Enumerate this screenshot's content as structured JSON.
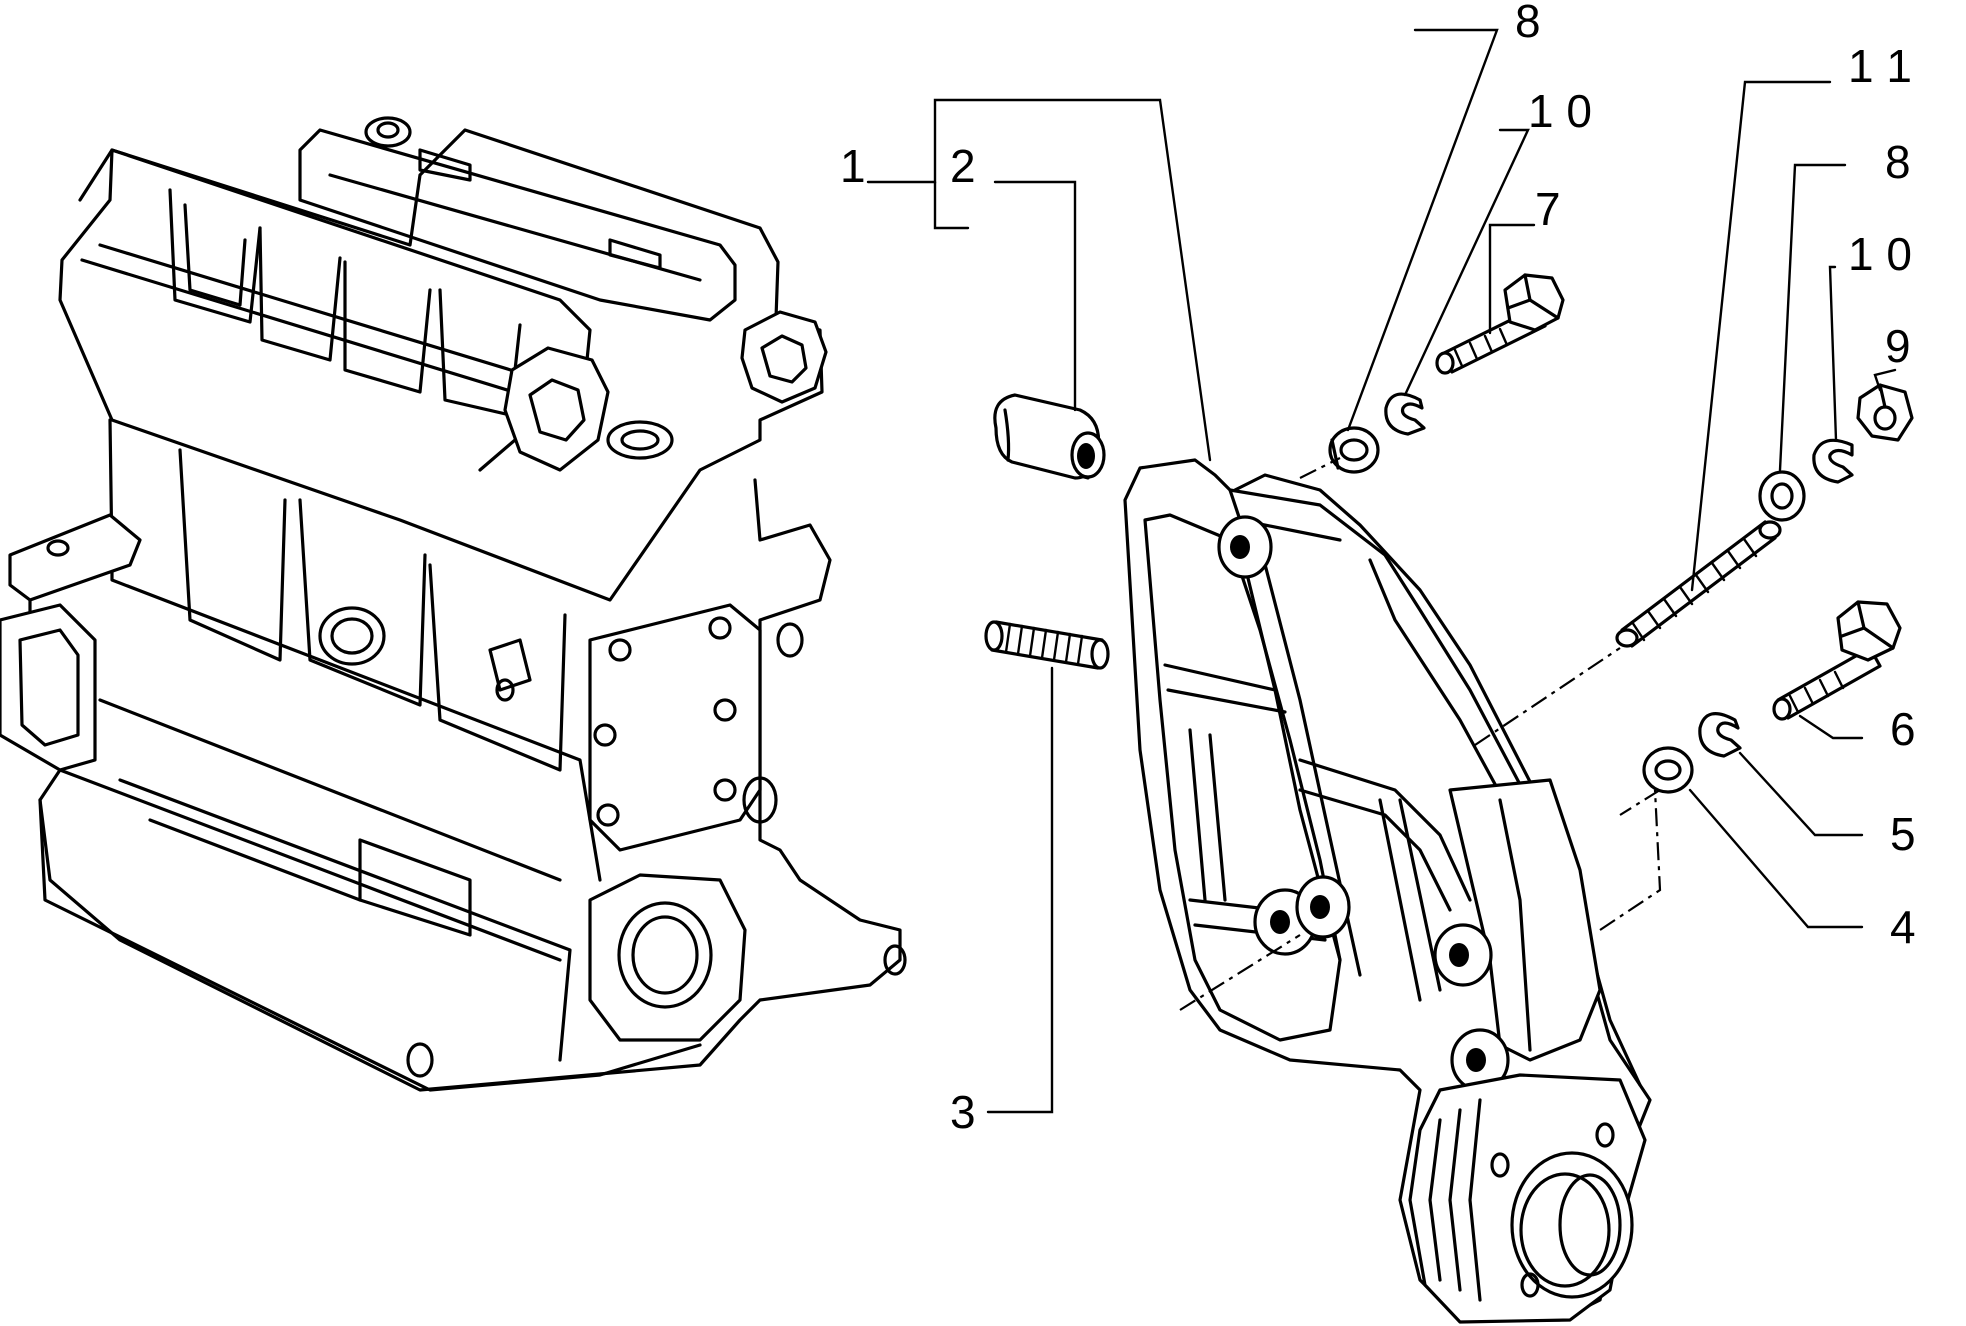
{
  "callouts": [
    {
      "id": "c1",
      "text": "1"
    },
    {
      "id": "c2",
      "text": "2"
    },
    {
      "id": "c3",
      "text": "3"
    },
    {
      "id": "c4",
      "text": "4"
    },
    {
      "id": "c5",
      "text": "5"
    },
    {
      "id": "c6",
      "text": "6"
    },
    {
      "id": "c7",
      "text": "7"
    },
    {
      "id": "c8a",
      "text": "8"
    },
    {
      "id": "c8b",
      "text": "8"
    },
    {
      "id": "c9",
      "text": "9"
    },
    {
      "id": "c10a",
      "text": "1 0"
    },
    {
      "id": "c10b",
      "text": "1 0"
    },
    {
      "id": "c11",
      "text": "1 1"
    }
  ]
}
